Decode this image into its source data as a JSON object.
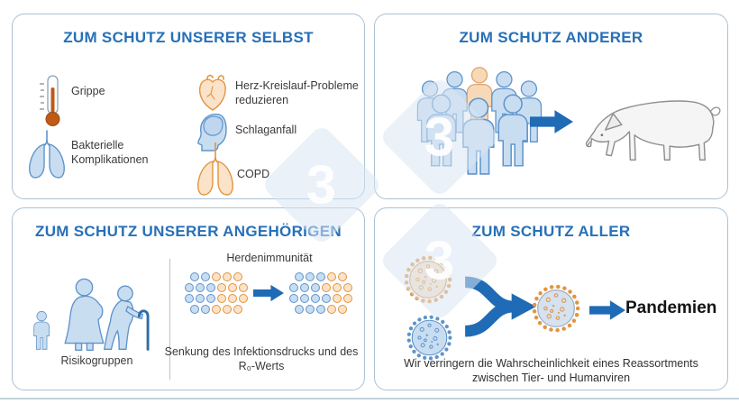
{
  "colors": {
    "accent": "#2770B8",
    "arrow": "#1F6BB5",
    "blueFill": "#C9DDF1",
    "blueStroke": "#5E94CB",
    "oFill": "#FAE3C9",
    "oStroke": "#E3943F",
    "pOFill": "#F7D9B8",
    "pOStroke": "#DFA270",
    "merc": "#C05A15",
    "cardBorder": "#A9C2D6",
    "labelColor": "#3A3A3A",
    "caneBlue": "#2E6DA8",
    "pigFill": "#F5F5F5",
    "pigStroke": "#8F8F8F",
    "mFill": "#D6E2F0",
    "mStroke": "#9AA9BC",
    "divider": "#B9C3CC",
    "bottomLine": "#C2D2DC",
    "wmFill": "rgba(216,229,242,0.55)",
    "wmDigit": "rgba(255,255,255,0.92)"
  },
  "watermark": {
    "digit": "3"
  },
  "cards": {
    "selbst": {
      "title": "ZUM SCHUTZ UNSERER SELBST",
      "items": [
        {
          "icon": "thermometer-icon",
          "label": "Grippe"
        },
        {
          "icon": "lungs-blue-icon",
          "label": "Bakterielle Komplikationen"
        },
        {
          "icon": "heart-icon",
          "label": "Herz-Kreislauf-Probleme reduzieren"
        },
        {
          "icon": "head-brain-icon",
          "label": "Schlaganfall"
        },
        {
          "icon": "lungs-orange-icon",
          "label": "COPD"
        }
      ]
    },
    "anderer": {
      "title": "ZUM SCHUTZ ANDERER"
    },
    "angehoerigen": {
      "title": "ZUM SCHUTZ UNSERER ANGEHÖRIGEN",
      "risk_label": "Risikogruppen",
      "herd_label": "Herdenimmunität",
      "herd_caption": "Senkung des Infektionsdrucks und des R₀-Werts",
      "dots_left": [
        "bbooo",
        "bbbooo",
        "bbbooo",
        "bbooo"
      ],
      "dots_right": [
        "bbboo",
        "bbbooo",
        "bbbboo",
        "bbboo"
      ]
    },
    "aller": {
      "title": "ZUM SCHUTZ ALLER",
      "pandemic_label": "Pandemien",
      "caption": "Wir verringern die Wahrscheinlichkeit eines Reassortments zwischen Tier- und Humanviren"
    }
  }
}
